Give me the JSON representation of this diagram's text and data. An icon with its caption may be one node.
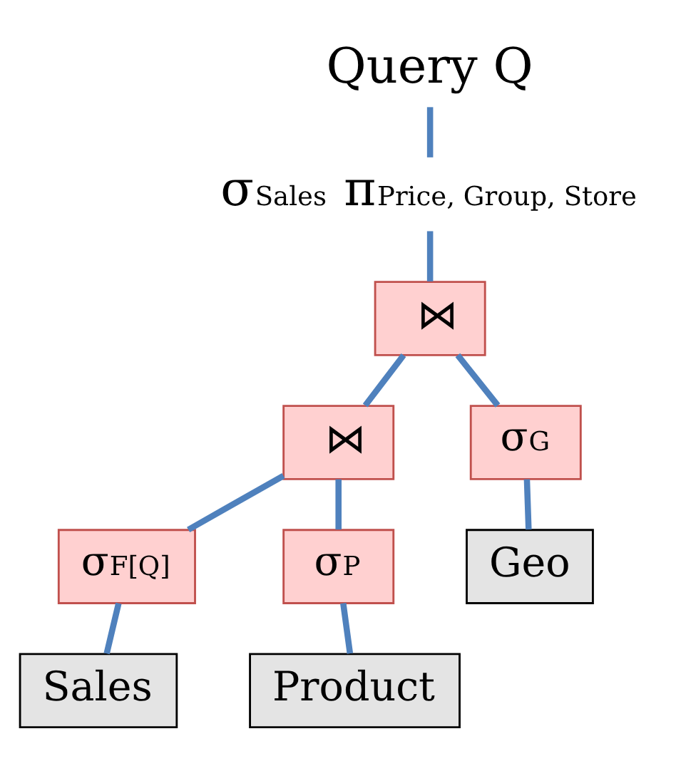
{
  "diagram": {
    "nodes": [
      {
        "text": [
          "Query Q"
        ]
      },
      {
        "text": [
          "σ$_{Sales}$ π$_{Price, Group, Store}$"
        ]
      },
      {
        "text": [
          "⋈"
        ]
      },
      {
        "text": [
          "⋈"
        ]
      },
      {
        "text": [
          "σ$_{G}$"
        ]
      },
      {
        "text": [
          "σ$_{F[Q]}$"
        ]
      },
      {
        "text": [
          "σ$_{P}$"
        ]
      },
      {
        "text": [
          "Geo"
        ]
      },
      {
        "text": [
          "Sales"
        ]
      },
      {
        "text": [
          "Product"
        ]
      }
    ],
    "edges": [
      {
        "from": 0,
        "to": 1,
        "arrow": "none"
      },
      {
        "from": 1,
        "to": 2,
        "arrow": "none"
      },
      {
        "from": 2,
        "to": 3,
        "arrow": "none"
      },
      {
        "from": 2,
        "to": 4,
        "arrow": "none"
      },
      {
        "from": 3,
        "to": 5,
        "arrow": "none"
      },
      {
        "from": 3,
        "to": 6,
        "arrow": "none"
      },
      {
        "from": 4,
        "to": 7,
        "arrow": "none"
      },
      {
        "from": 5,
        "to": 8,
        "arrow": "none"
      },
      {
        "from": 6,
        "to": 9,
        "arrow": "none"
      }
    ]
  }
}
